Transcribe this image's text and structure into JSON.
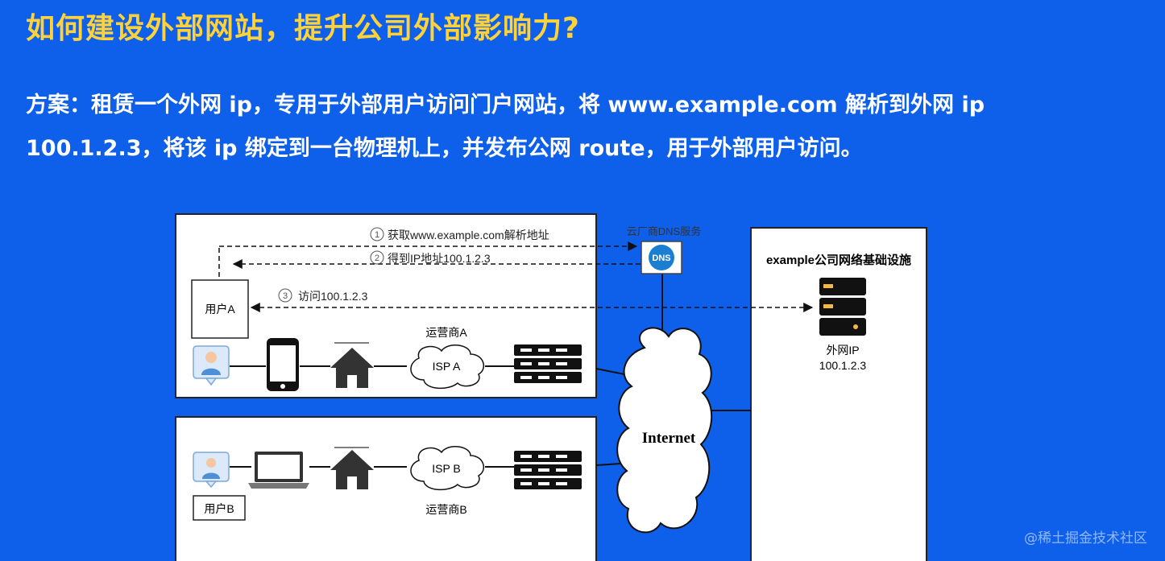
{
  "title": "如何建设外部网站，提升公司外部影响力?",
  "description": {
    "line1": "方案：租赁一个外网 ip，专用于外部用户访问门户网站，将 www.example.com 解析到外网 ip",
    "line2": "100.1.2.3，将该 ip 绑定到一台物理机上，并发布公网 route，用于外部用户访问。"
  },
  "diagram": {
    "step1_num": "1",
    "step1_label": "获取www.example.com解析地址",
    "step2_num": "2",
    "step2_label": "得到IP地址100.1.2.3",
    "step3_num": "3",
    "step3_label": "访问100.1.2.3",
    "dns_service_label": "云厂商DNS服务",
    "dns_icon_text": "DNS",
    "user_a_label": "用户A",
    "user_b_label": "用户B",
    "carrier_a_label": "运营商A",
    "carrier_b_label": "运营商B",
    "isp_a_label": "ISP A",
    "isp_b_label": "ISP B",
    "internet_label": "Internet",
    "infra_title": "example公司网络基础设施",
    "external_ip_label": "外网IP",
    "external_ip_value": "100.1.2.3"
  },
  "watermark": "@稀土掘金技术社区",
  "colors": {
    "background": "#0e5fea",
    "title": "#ffd23a",
    "text": "#ffffff",
    "server_light": "#f5b942",
    "dns_blue": "#1a7fd1"
  }
}
